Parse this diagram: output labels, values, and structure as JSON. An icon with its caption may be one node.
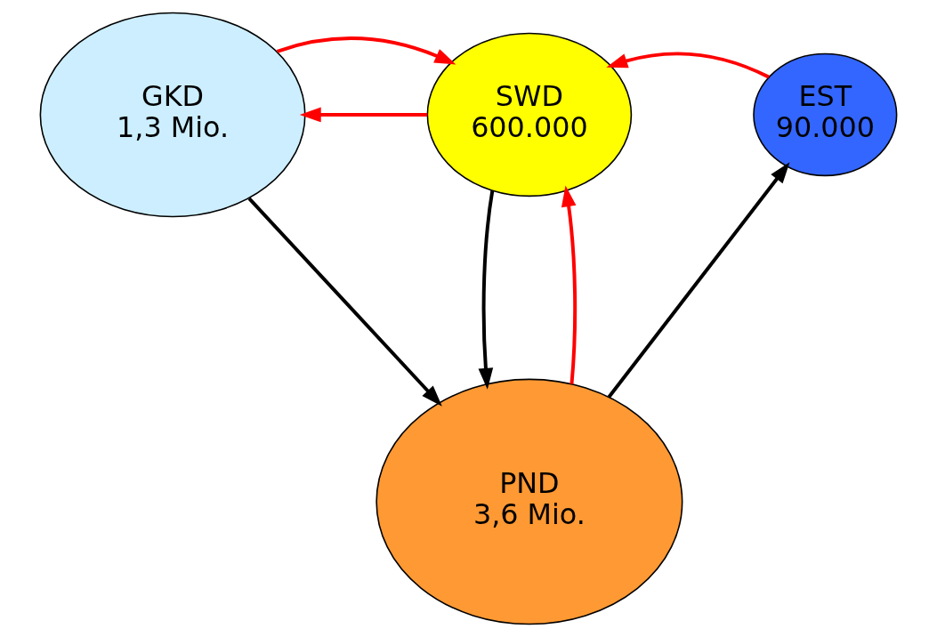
{
  "diagram": {
    "nodes": [
      {
        "text": [
          "GKD",
          "1,3 Mio."
        ]
      },
      {
        "text": [
          "SWD",
          "600.000"
        ]
      },
      {
        "text": [
          "EST",
          "90.000"
        ]
      },
      {
        "text": [
          "PND",
          "3,6 Mio."
        ]
      }
    ],
    "edges": [
      {
        "from": 1,
        "to": 0,
        "arrow": "to"
      },
      {
        "from": 0,
        "to": 1,
        "arrow": "to"
      },
      {
        "from": 2,
        "to": 1,
        "arrow": "to"
      },
      {
        "from": 3,
        "to": 1,
        "arrow": "to"
      },
      {
        "from": 1,
        "to": 3,
        "arrow": "to",
        "color": "#000000"
      },
      {
        "from": 0,
        "to": 3,
        "arrow": "to",
        "color": "#000000"
      },
      {
        "from": 3,
        "to": 2,
        "arrow": "to",
        "color": "#000000"
      }
    ]
  }
}
